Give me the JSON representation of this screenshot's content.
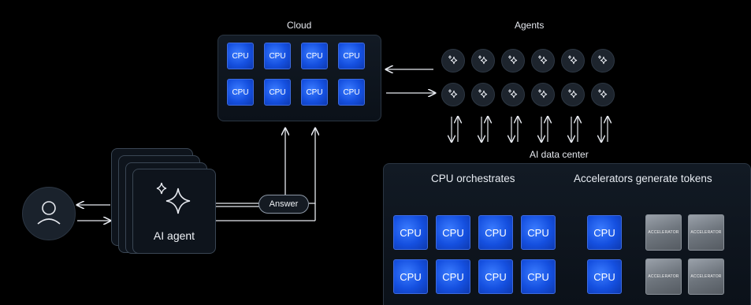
{
  "cloud": {
    "title": "Cloud",
    "cpus": [
      "CPU",
      "CPU",
      "CPU",
      "CPU",
      "CPU",
      "CPU",
      "CPU",
      "CPU"
    ]
  },
  "agents": {
    "title": "Agents",
    "icon": "sparkle-icon",
    "count": 12
  },
  "datacenter": {
    "label": "AI data center",
    "orchestrates_title": "CPU orchestrates",
    "accelerators_title": "Accelerators generate tokens",
    "orchestrate_cpus": [
      "CPU",
      "CPU",
      "CPU",
      "CPU",
      "CPU",
      "CPU",
      "CPU",
      "CPU"
    ],
    "accel_cpus": [
      "CPU",
      "CPU"
    ],
    "accelerators": [
      "ACCELERATOR",
      "ACCELERATOR",
      "ACCELERATOR",
      "ACCELERATOR"
    ]
  },
  "ai_agent": {
    "label": "AI agent",
    "icon": "sparkle-icon"
  },
  "answer": {
    "label": "Answer"
  },
  "user": {
    "icon": "user-icon"
  },
  "colors": {
    "cpu": "#1550e0",
    "background": "#000000",
    "accelerator": "#6e757d"
  }
}
